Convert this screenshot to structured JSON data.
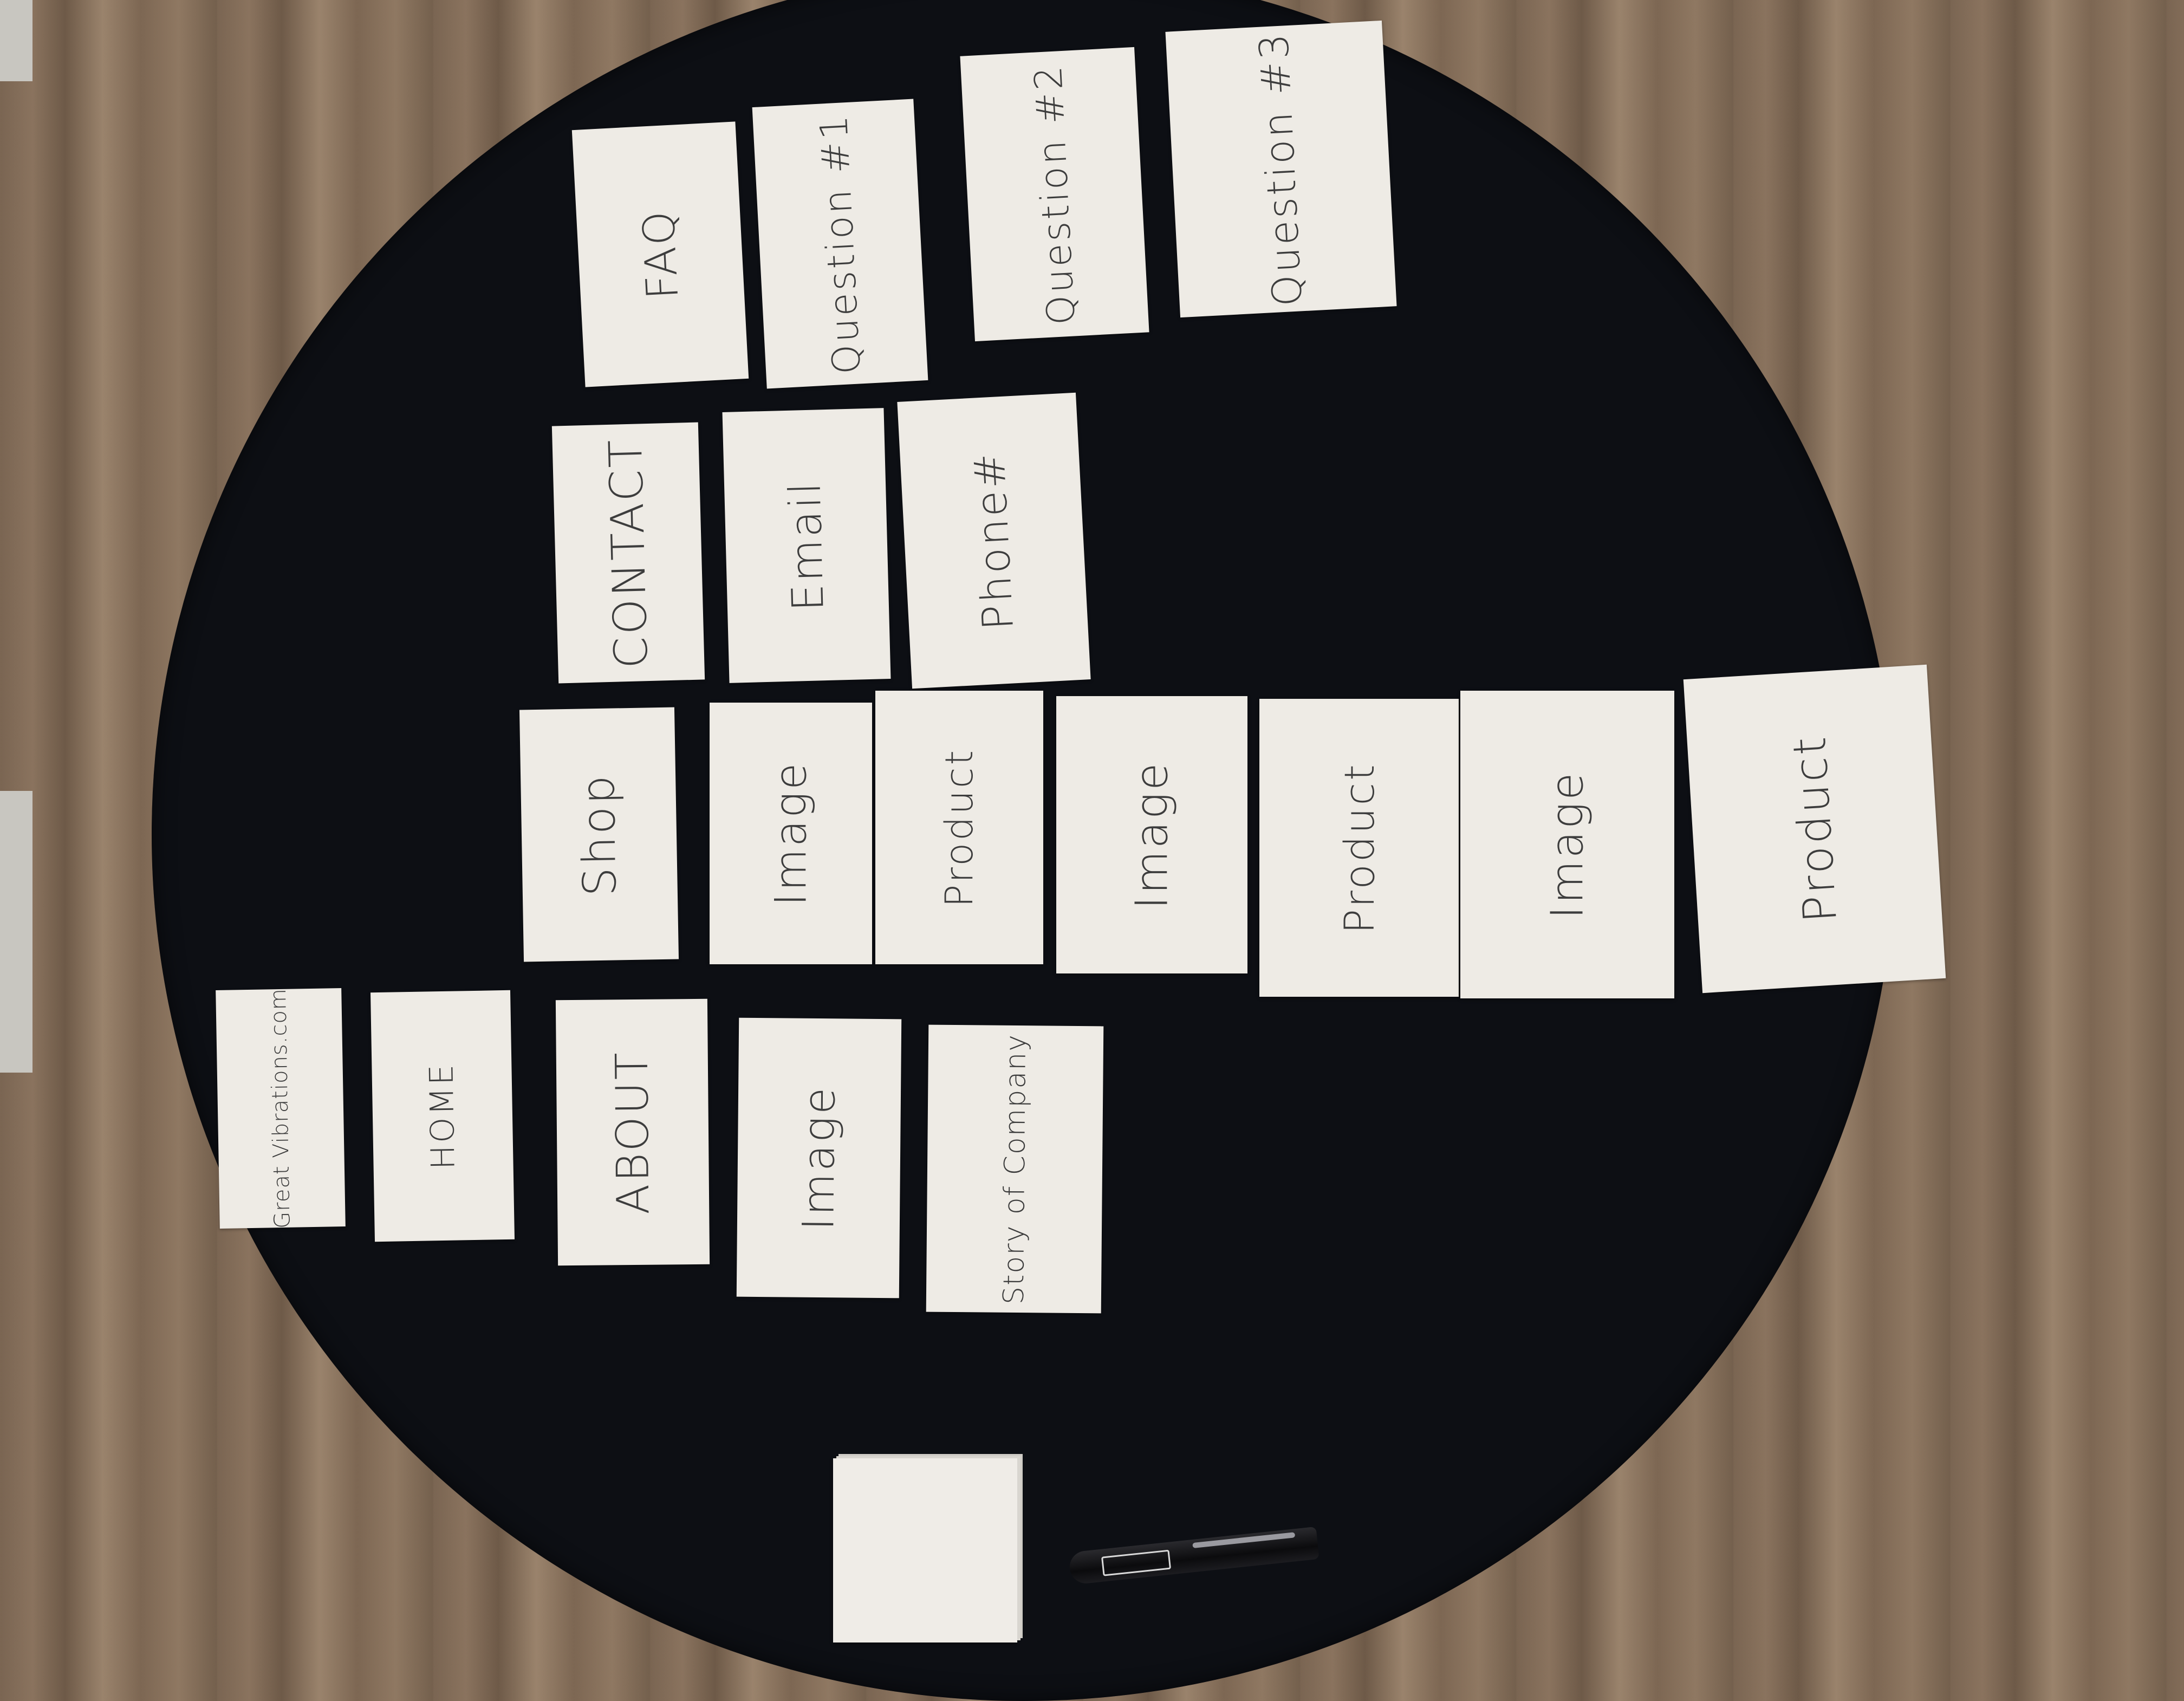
{
  "scene": {
    "surface": "round black table on wood-plank floor",
    "colors": {
      "table": "#0d0f14",
      "card": "#eeebe5",
      "ink": "#3d3d3d"
    }
  },
  "cards": [
    {
      "id": "faq",
      "text": "FAQ"
    },
    {
      "id": "question-1",
      "text": "Question #1"
    },
    {
      "id": "question-2",
      "text": "Question #2"
    },
    {
      "id": "question-3",
      "text": "Question #3"
    },
    {
      "id": "contact",
      "text": "CONTACT"
    },
    {
      "id": "email",
      "text": "Email"
    },
    {
      "id": "phone",
      "text": "Phone#"
    },
    {
      "id": "shop",
      "text": "Shop"
    },
    {
      "id": "shop-image-1",
      "text": "Image"
    },
    {
      "id": "shop-product-1",
      "text": "Product"
    },
    {
      "id": "shop-image-2",
      "text": "Image"
    },
    {
      "id": "shop-product-2",
      "text": "Product"
    },
    {
      "id": "shop-image-3",
      "text": "Image"
    },
    {
      "id": "shop-product-3",
      "text": "Product"
    },
    {
      "id": "site-name",
      "text": "Great Vibrations.com"
    },
    {
      "id": "home",
      "text": "HOME"
    },
    {
      "id": "about",
      "text": "ABOUT"
    },
    {
      "id": "about-image",
      "text": "Image"
    },
    {
      "id": "story",
      "text": "Story of Company"
    }
  ]
}
